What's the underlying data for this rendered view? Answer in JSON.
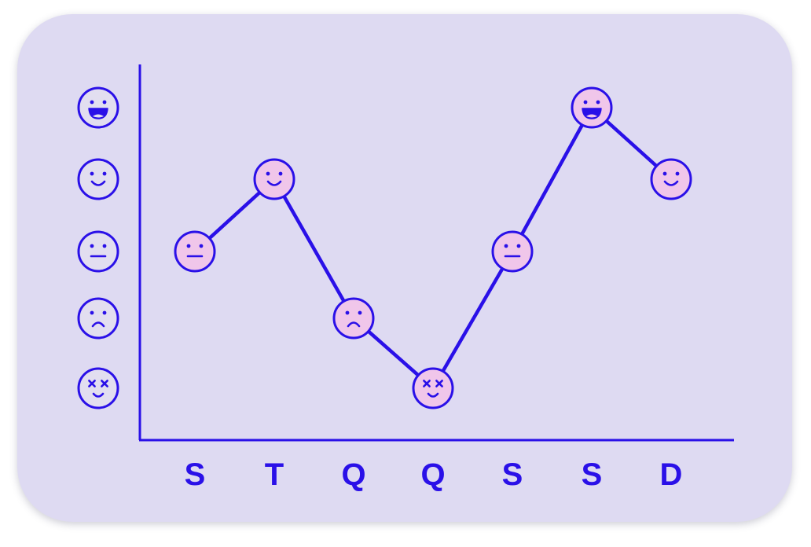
{
  "colors": {
    "background": "#dedaf2",
    "accent": "#2a10e8",
    "face_fill": "#f0c6ea",
    "axis_face_fill": "#e2def0"
  },
  "chart_data": {
    "type": "line",
    "categories": [
      "S",
      "T",
      "Q",
      "Q",
      "S",
      "S",
      "D"
    ],
    "values": [
      3,
      4,
      2,
      1,
      3,
      5,
      4
    ],
    "ylim": [
      1,
      5
    ],
    "y_ticks": [
      {
        "value": 5,
        "icon": "grinning-face-icon"
      },
      {
        "value": 4,
        "icon": "smiling-face-icon"
      },
      {
        "value": 3,
        "icon": "neutral-face-icon"
      },
      {
        "value": 2,
        "icon": "frowning-face-icon"
      },
      {
        "value": 1,
        "icon": "dizzy-face-icon"
      }
    ],
    "title": "",
    "xlabel": "",
    "ylabel": "",
    "grid": false,
    "marker": "mood-face"
  }
}
